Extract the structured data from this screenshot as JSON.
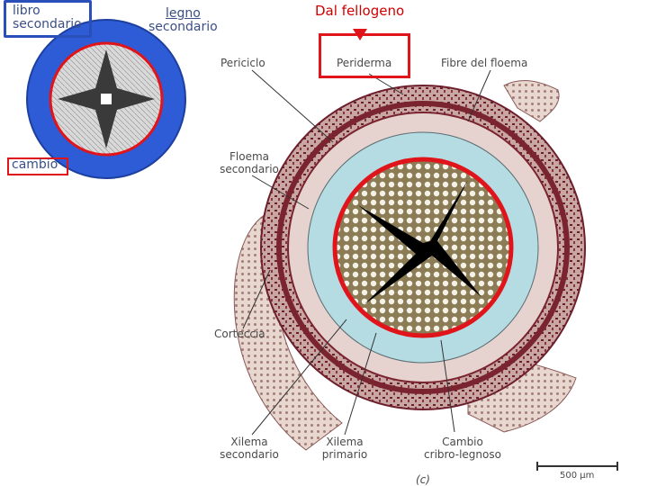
{
  "caption": {
    "text": "Dal fellogeno"
  },
  "inset": {
    "libro_secondario": [
      "libro",
      "secondario"
    ],
    "legno_secondario": [
      "legno",
      "secondario"
    ],
    "cambio": "cambio"
  },
  "labels": {
    "periciclo": "Periciclo",
    "periderma": "Periderma",
    "fibre_floema": "Fibre del floema",
    "floema_secondario": [
      "Floema",
      "secondario"
    ],
    "corteccia": "Corteccia",
    "xilema_secondario": [
      "Xilema",
      "secondario"
    ],
    "xilema_primario": [
      "Xilema",
      "primario"
    ],
    "cambio_cribro": [
      "Cambio",
      "cribro-legnoso"
    ],
    "figure_letter": "(c)",
    "scale_bar": "500 µm"
  },
  "colors": {
    "highlight_red": "#e0141b",
    "highlight_blue": "#2a4fb8",
    "inset_blue": "#2e5bd6",
    "cambium_fill": "#b5dce3",
    "bark": "#7a2430"
  }
}
